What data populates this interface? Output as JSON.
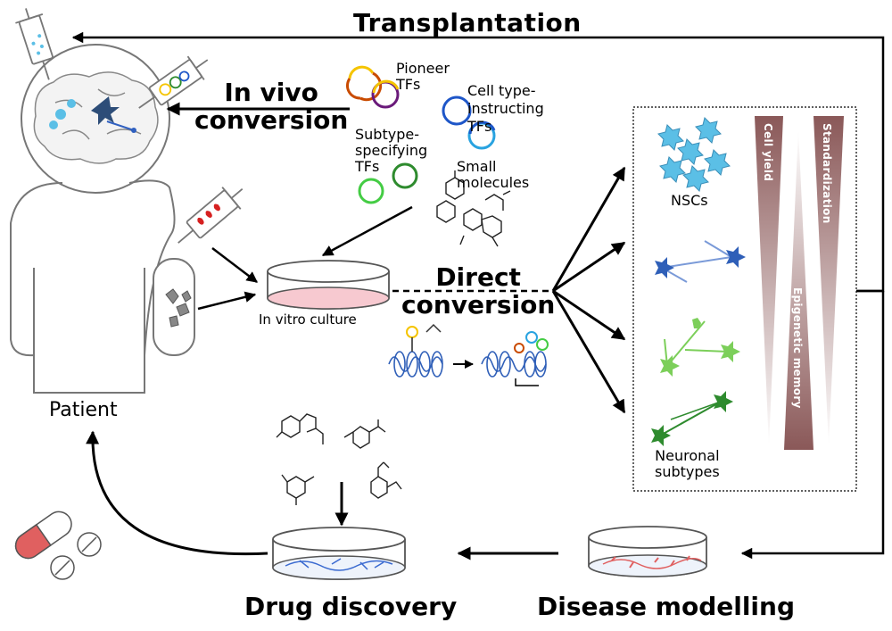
{
  "labels": {
    "transplantation": "Transplantation",
    "in_vivo": "In vivo\nconversion",
    "pioneer": "Pioneer\nTFs",
    "cell_type": "Cell type-\ninstructing\nTFs",
    "subtype": "Subtype-\nspecifying\nTFs",
    "small_molecules": "Small\nmolecules",
    "in_vitro": "In vitro culture",
    "direct": "Direct\nconversion",
    "nscs": "NSCs",
    "neuronal_subtypes": "Neuronal\nsubtypes",
    "cell_yield": "Cell yield",
    "standardization": "Standardization",
    "epigenetic_memory": "Epigenetic memory",
    "patient": "Patient",
    "drug_discovery": "Drug discovery",
    "disease_modelling": "Disease modelling"
  },
  "colors": {
    "pioneer_tf": [
      "#f5c400",
      "#c94b00",
      "#6a1a7a"
    ],
    "cell_type_tf": [
      "#1e56c8",
      "#29a3e0"
    ],
    "subtype_tf": [
      "#2e8b2e",
      "#44cc44"
    ],
    "nsc": "#5bbfe6",
    "neuron_blue": "#2f5fb8",
    "neuron_green": "#7ccf5a",
    "neuron_dark_green": "#2e8b2e",
    "culture_pink": "#f7c9d0",
    "bar_brown": "#8c5a5a",
    "pill_red": "#e06060"
  }
}
